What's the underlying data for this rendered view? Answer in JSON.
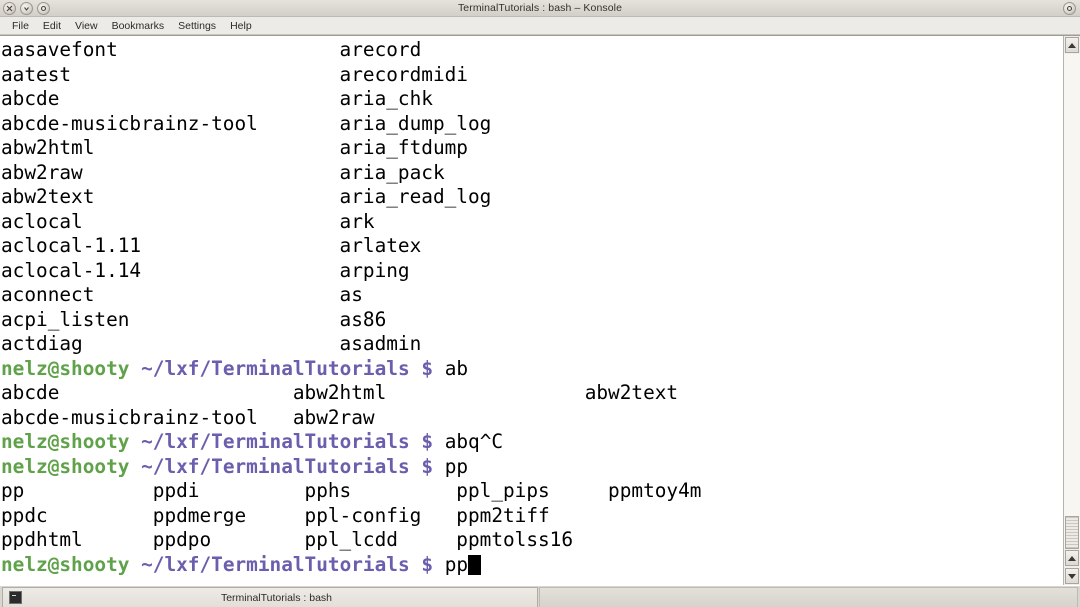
{
  "window": {
    "title": "TerminalTutorials : bash – Konsole",
    "controls": [
      {
        "name": "close",
        "glyph": "×"
      },
      {
        "name": "shade",
        "glyph": "˅"
      },
      {
        "name": "menu",
        "glyph": "○"
      }
    ],
    "control_right": {
      "name": "window-menu",
      "glyph": "○"
    }
  },
  "menubar": {
    "items": [
      {
        "label": "File"
      },
      {
        "label": "Edit"
      },
      {
        "label": "View"
      },
      {
        "label": "Bookmarks"
      },
      {
        "label": "Settings"
      },
      {
        "label": "Help"
      }
    ]
  },
  "terminal": {
    "colors": {
      "background": "#ffffff",
      "foreground": "#000000",
      "user_green": "#60a24a",
      "path_purple": "#6a5ead",
      "cursor": "#000000"
    },
    "prompt": {
      "user_host": "nelz@shooty",
      "path": "~/lxf/TerminalTutorials",
      "symbol": "$"
    },
    "lines": [
      {
        "type": "output",
        "text": "aasavefont                   arecord"
      },
      {
        "type": "output",
        "text": "aatest                       arecordmidi"
      },
      {
        "type": "output",
        "text": "abcde                        aria_chk"
      },
      {
        "type": "output",
        "text": "abcde-musicbrainz-tool       aria_dump_log"
      },
      {
        "type": "output",
        "text": "abw2html                     aria_ftdump"
      },
      {
        "type": "output",
        "text": "abw2raw                      aria_pack"
      },
      {
        "type": "output",
        "text": "abw2text                     aria_read_log"
      },
      {
        "type": "output",
        "text": "aclocal                      ark"
      },
      {
        "type": "output",
        "text": "aclocal-1.11                 arlatex"
      },
      {
        "type": "output",
        "text": "aclocal-1.14                 arping"
      },
      {
        "type": "output",
        "text": "aconnect                     as"
      },
      {
        "type": "output",
        "text": "acpi_listen                  as86"
      },
      {
        "type": "output",
        "text": "actdiag                      asadmin"
      },
      {
        "type": "prompt",
        "command": "ab"
      },
      {
        "type": "output",
        "text": "abcde                    abw2html                 abw2text"
      },
      {
        "type": "output",
        "text": "abcde-musicbrainz-tool   abw2raw"
      },
      {
        "type": "prompt",
        "command": "abq^C"
      },
      {
        "type": "prompt",
        "command": "pp"
      },
      {
        "type": "output",
        "text": "pp           ppdi         pphs         ppl_pips     ppmtoy4m"
      },
      {
        "type": "output",
        "text": "ppdc         ppdmerge     ppl-config   ppm2tiff"
      },
      {
        "type": "output",
        "text": "ppdhtml      ppdpo        ppl_lcdd     ppmtolss16"
      },
      {
        "type": "prompt_cursor",
        "command": "pp"
      }
    ]
  },
  "scrollbar": {
    "up_arrow": "scroll-up",
    "down_arrow": "scroll-down",
    "position": "bottom"
  },
  "tabbar": {
    "tabs": [
      {
        "label": "TerminalTutorials : bash",
        "active": true
      }
    ]
  }
}
